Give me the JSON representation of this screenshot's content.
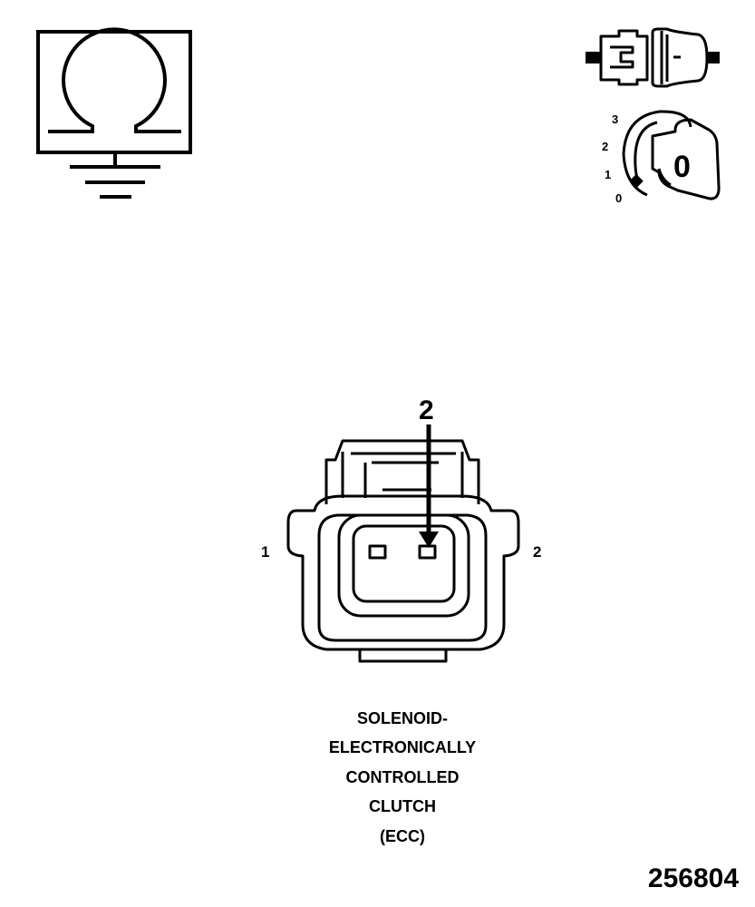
{
  "ohmmeter_icon": {
    "icon": "ohm-symbol-ground-icon"
  },
  "connector_icon": {
    "icon": "disconnected-connector-icon"
  },
  "ignition_icon": {
    "icon": "ignition-key-switch-icon",
    "positions": [
      "3",
      "2",
      "1",
      "0"
    ],
    "key_label": "0"
  },
  "connector_face": {
    "pointer_label": "2",
    "pin_left_label": "1",
    "pin_right_label": "2"
  },
  "caption": {
    "lines": [
      "SOLENOID-",
      "ELECTRONICALLY",
      "CONTROLLED",
      "CLUTCH",
      "(ECC)"
    ]
  },
  "figure_id": "256804"
}
